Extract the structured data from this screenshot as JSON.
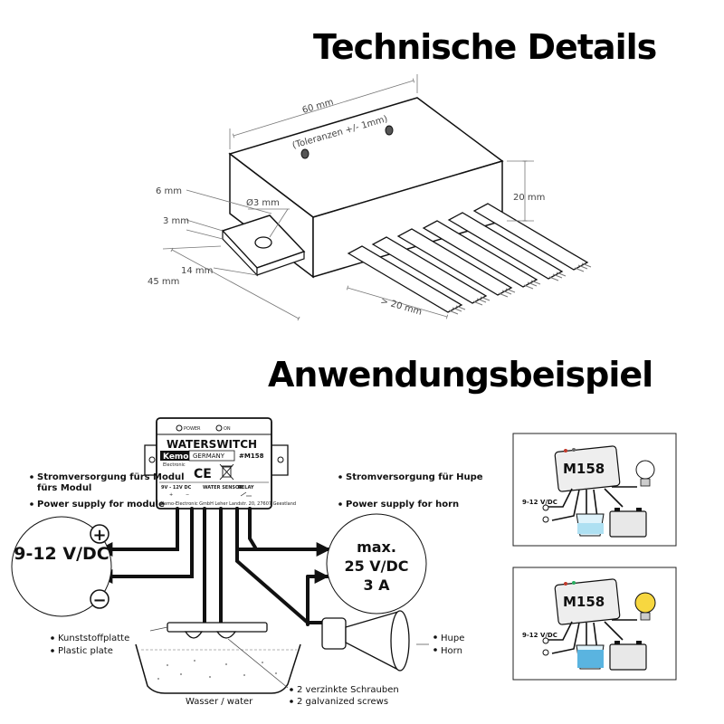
{
  "headings": {
    "technical_details": "Technische Details",
    "application_example": "Anwendungsbeispiel"
  },
  "dimensions": {
    "width": "60 mm",
    "tolerance": "(Toleranzen +/- 1mm)",
    "height": "20 mm",
    "tab_width": "6 mm",
    "tab_thickness": "3 mm",
    "hole": "Ø3 mm",
    "tab_depth": "14 mm",
    "depth": "45 mm",
    "cable_length": "> 20 mm"
  },
  "module": {
    "power_led": "POWER",
    "on_led": "ON",
    "title": "WATERSWITCH",
    "brand": "Kemo",
    "brand_sub": "Electronic",
    "country": "GERMANY",
    "model": "#M158",
    "voltage": "9V - 12V DC",
    "sensor": "WATER SENSOR",
    "relay": "RELAY",
    "company": "Kemo-Electronic GmbH Leher Landstr. 20, 27607 Geestland"
  },
  "labels": {
    "supply_module_de": "Stromversorgung fürs Modul",
    "supply_module_en": "Power supply for module",
    "supply_horn_de": "Stromversorgung für Hupe",
    "supply_horn_en": "Power supply for horn",
    "plus": "+",
    "minus": "−",
    "input_voltage": "9-12 V/DC",
    "max_label": "max.",
    "max_voltage": "25 V/DC",
    "max_current": "3 A",
    "plate_de": "Kunststoffplatte",
    "plate_en": "Plastic plate",
    "horn_de": "Hupe",
    "horn_en": "Horn",
    "water": "Wasser / water",
    "screws_de": "2 verzinkte Schrauben",
    "screws_en": "2 galvanized screws"
  },
  "examples": {
    "top_model": "M158",
    "top_voltage": "9-12 V/DC",
    "bottom_model": "M158",
    "bottom_voltage": "9-12 V/DC"
  }
}
